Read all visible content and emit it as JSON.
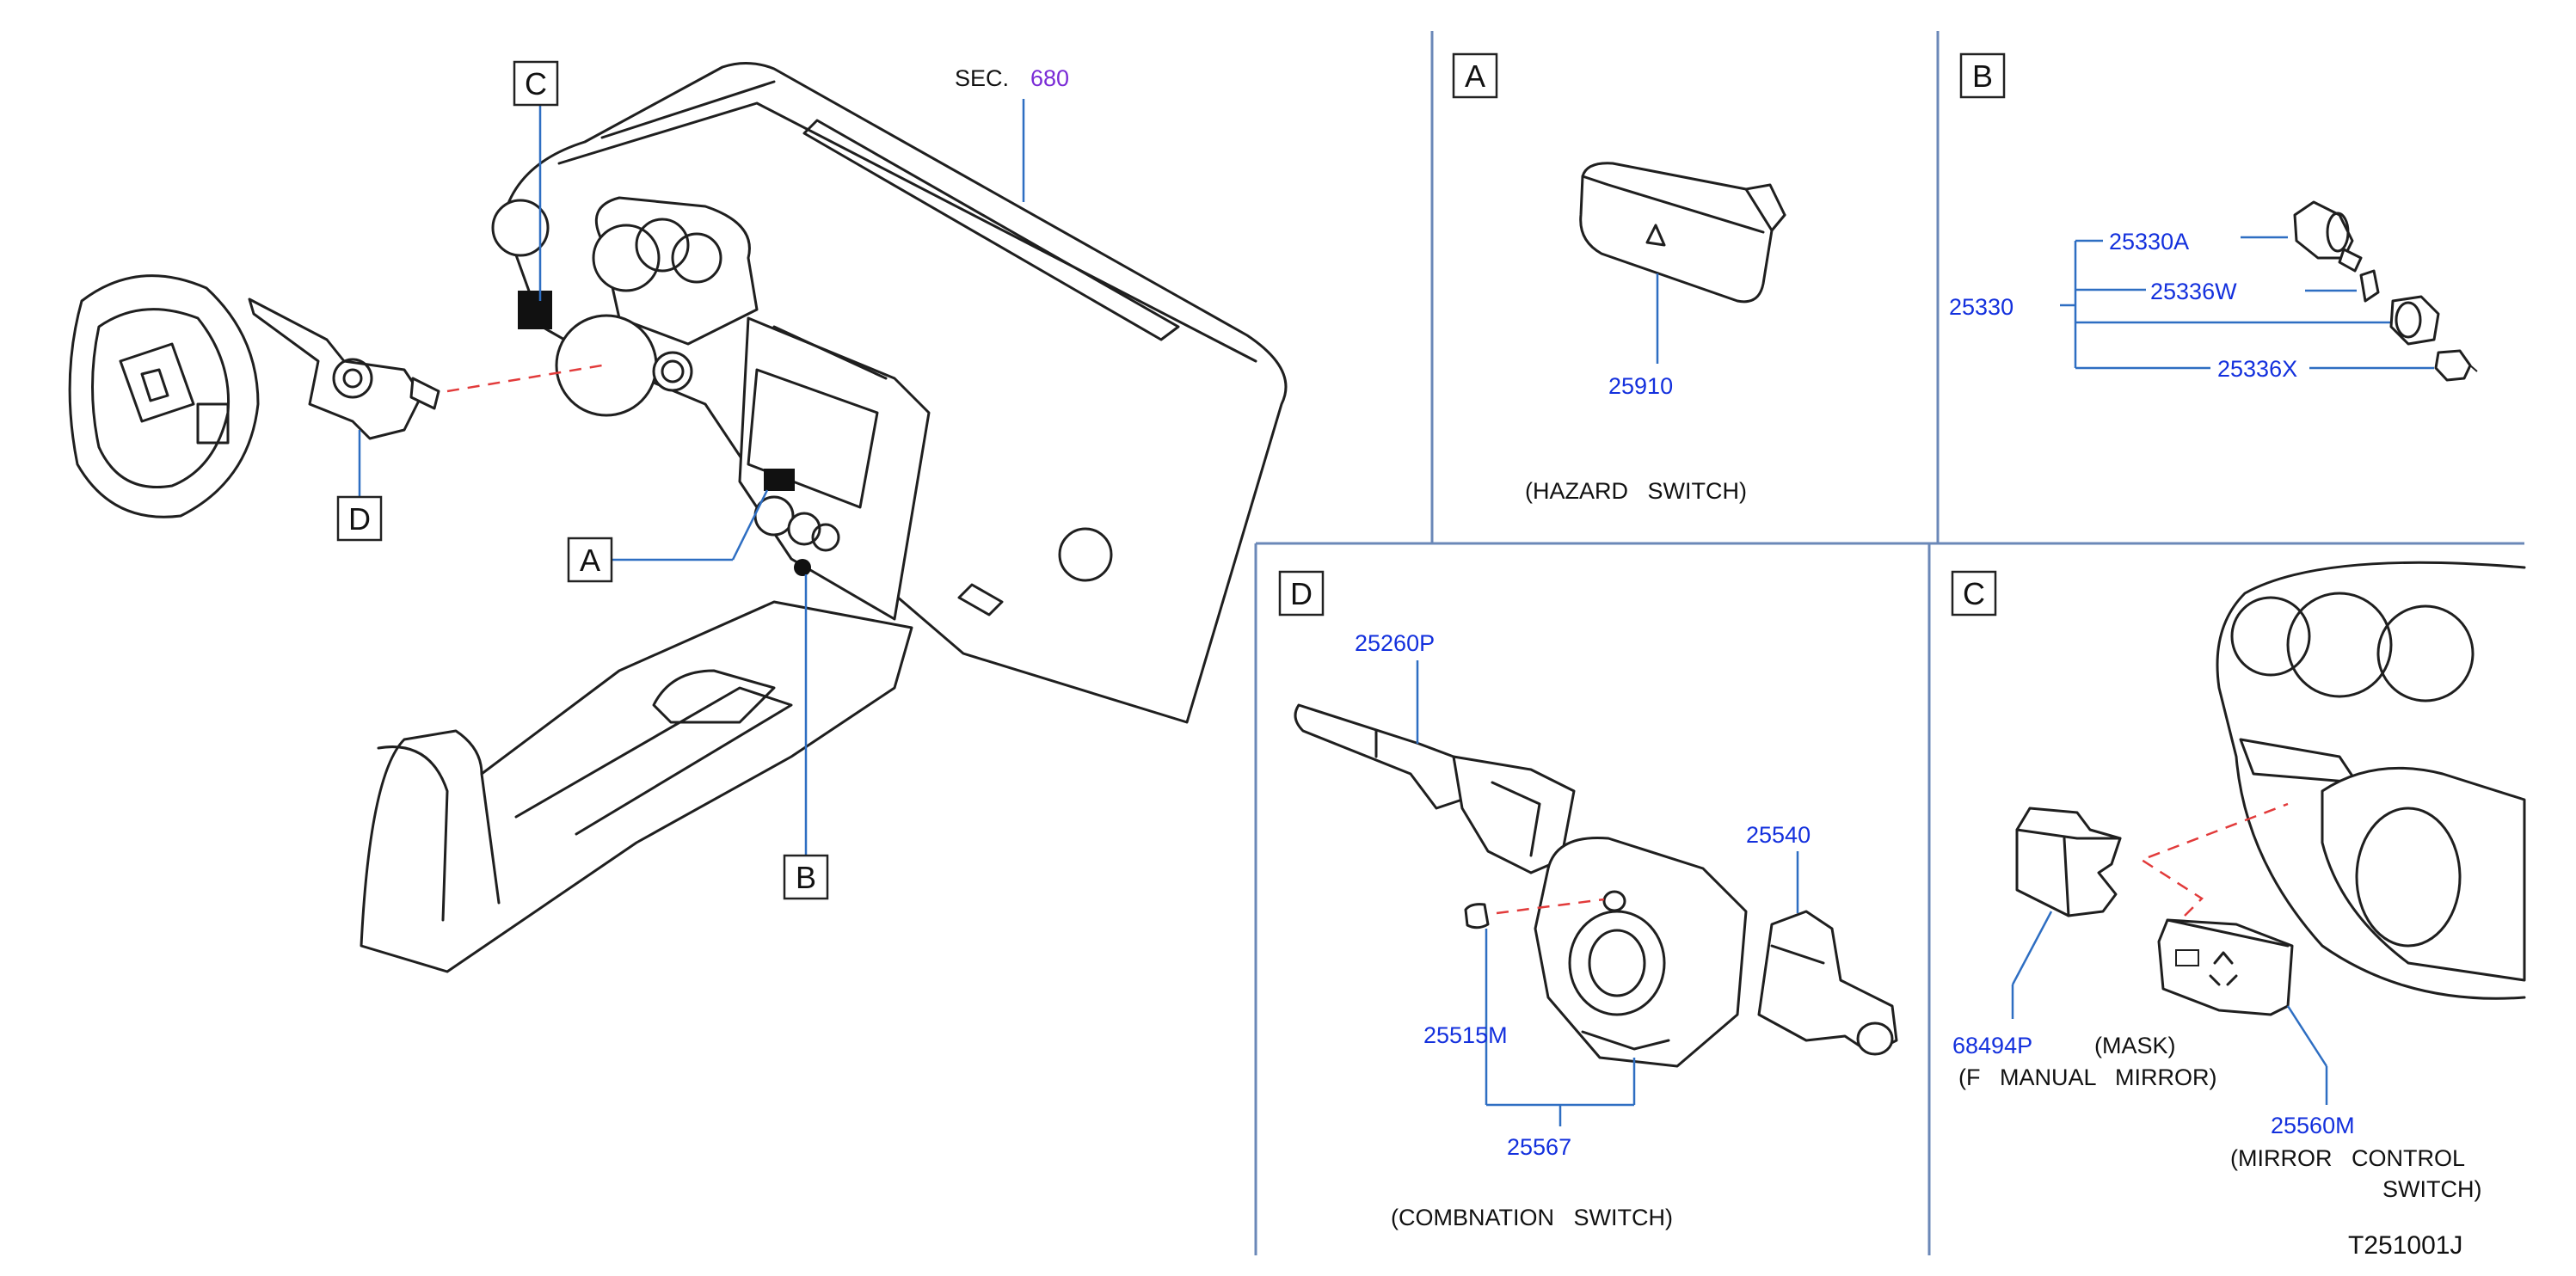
{
  "overview": {
    "sec_prefix": "SEC.",
    "sec_number": "680",
    "callouts": {
      "c": "C",
      "d": "D",
      "a": "A",
      "b": "B"
    }
  },
  "panel_a": {
    "letter": "A",
    "part": "25910",
    "caption": "(HAZARD   SWITCH)"
  },
  "panel_b": {
    "letter": "B",
    "parts": {
      "main": "25330",
      "p1": "25330A",
      "p2": "25336W",
      "p3": "25336X"
    }
  },
  "panel_d": {
    "letter": "D",
    "parts": {
      "lever_left": "25260P",
      "lever_right": "25540",
      "pin": "25515M",
      "assembly": "25567"
    },
    "caption": "(COMBNATION   SWITCH)"
  },
  "panel_c": {
    "letter": "C",
    "parts": {
      "mask": "68494P",
      "switch": "25560M"
    },
    "labels": {
      "mask_name": "(MASK)",
      "mask_desc": "(F   MANUAL   MIRROR)",
      "switch_line1": "(MIRROR   CONTROL",
      "switch_line2": "SWITCH)"
    }
  },
  "drawing_id": "T251001J"
}
